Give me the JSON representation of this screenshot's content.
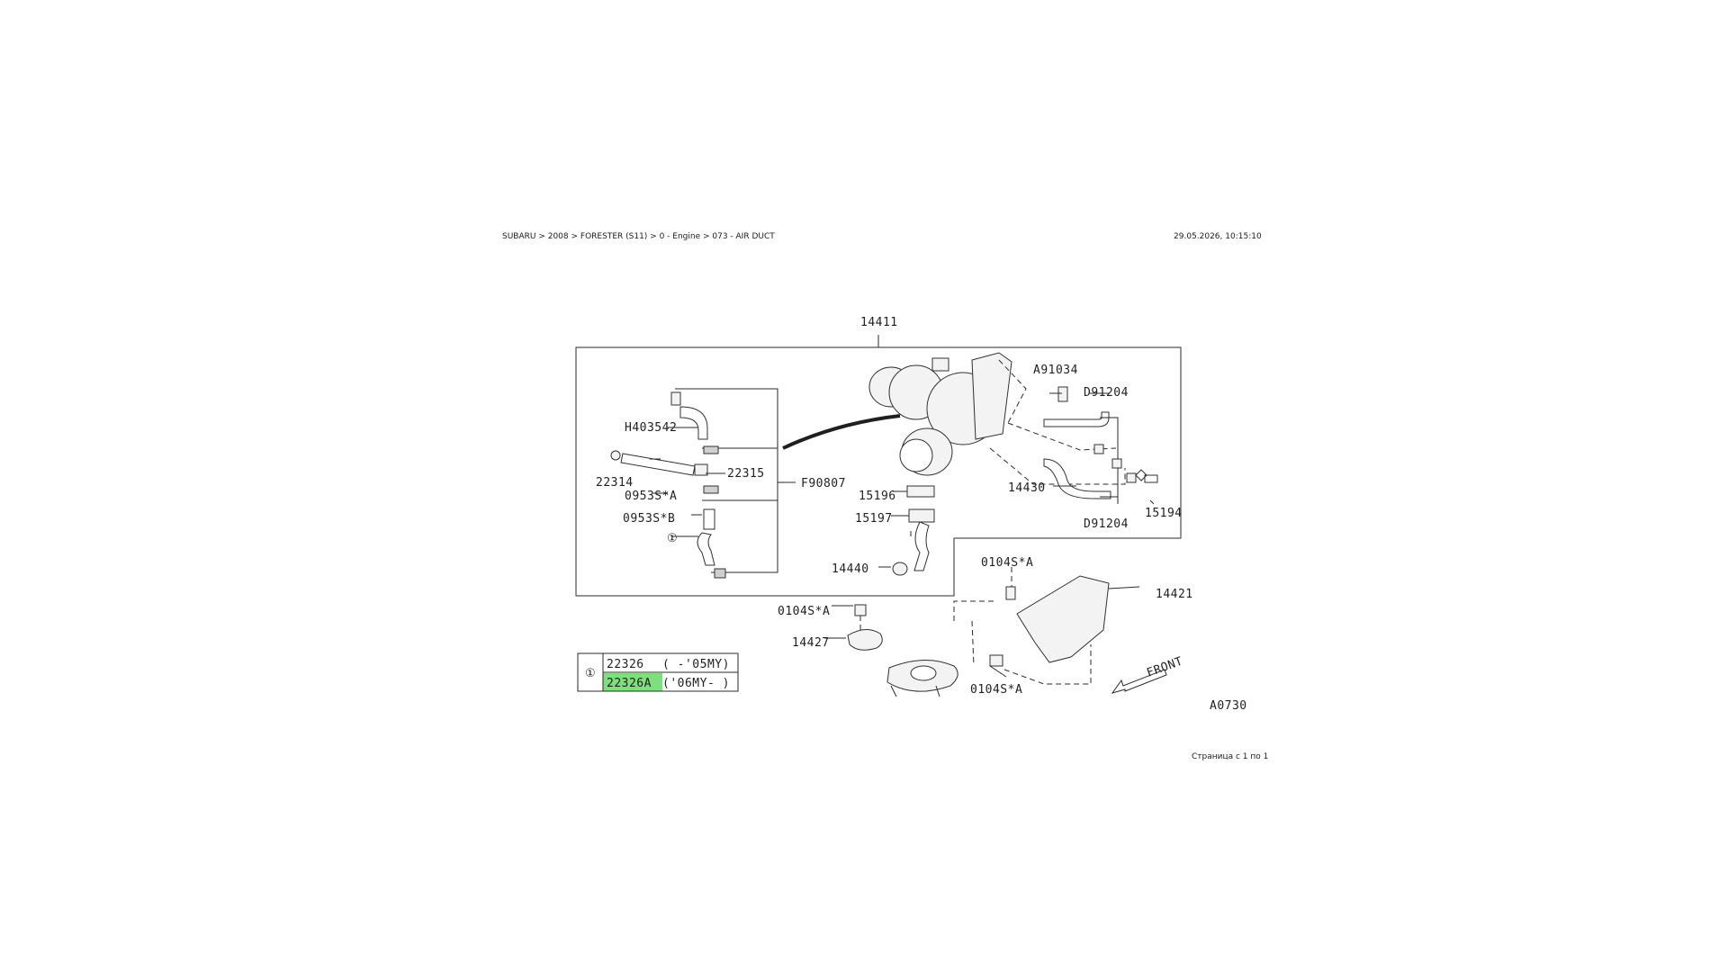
{
  "header": {
    "breadcrumb": "SUBARU > 2008 > FORESTER (S11) > 0 - Engine > 073 - AIR DUCT",
    "timestamp": "29.05.2026, 10:15:10"
  },
  "footer": {
    "page_label": "Страница с 1 по 1"
  },
  "diagram": {
    "labels": {
      "p14411": "14411",
      "pA91034": "A91034",
      "pD91204_top": "D91204",
      "pH403542": "H403542",
      "p22314": "22314",
      "p22315": "22315",
      "p0953SA": "0953S*A",
      "pF90807": "F90807",
      "p0953SB": "0953S*B",
      "p15196": "15196",
      "p14430": "14430",
      "p15194": "15194",
      "p15197": "15197",
      "pD91204_bottom": "D91204",
      "p14440": "14440",
      "p0104SA_1": "0104S*A",
      "p14421": "14421",
      "p0104SA_2": "0104S*A",
      "p14427": "14427",
      "p0104SA_3": "0104S*A",
      "circle_one": "①",
      "front": "FRONT",
      "diagram_code": "A0730"
    },
    "variants_table": {
      "marker": "①",
      "rows": [
        {
          "part": "22326",
          "range": "( -'05MY)",
          "highlighted": false
        },
        {
          "part": "22326A",
          "range": "('06MY- )",
          "highlighted": true
        }
      ],
      "highlight_color": "#7de07d"
    }
  }
}
